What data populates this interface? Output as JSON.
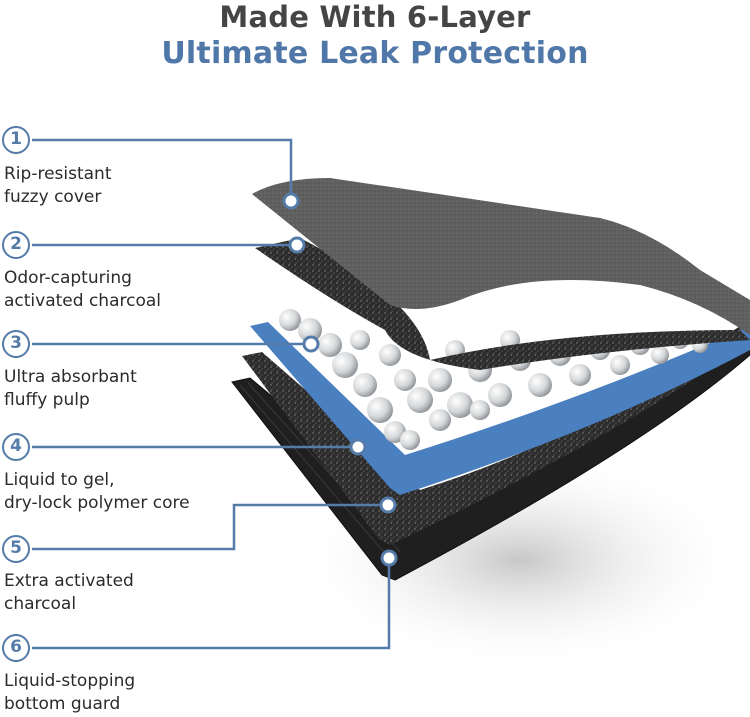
{
  "header": {
    "line1": "Made With 6-Layer",
    "line2": "Ultimate Leak Protection"
  },
  "colors": {
    "accent": "#557ba9",
    "title_dark": "#454545",
    "title_blue": "#4f77a8",
    "pulp_layer": "#4a7fc0"
  },
  "layers": [
    {
      "number": "1",
      "line1": "Rip-resistant",
      "line2": "fuzzy cover"
    },
    {
      "number": "2",
      "line1": "Odor-capturing",
      "line2": "activated charcoal"
    },
    {
      "number": "3",
      "line1": "Ultra absorbant",
      "line2": "fluffy pulp"
    },
    {
      "number": "4",
      "line1": "Liquid to gel,",
      "line2": "dry-lock polymer core"
    },
    {
      "number": "5",
      "line1": "Extra activated",
      "line2": "charcoal"
    },
    {
      "number": "6",
      "line1": "Liquid-stopping",
      "line2": "bottom guard"
    }
  ]
}
